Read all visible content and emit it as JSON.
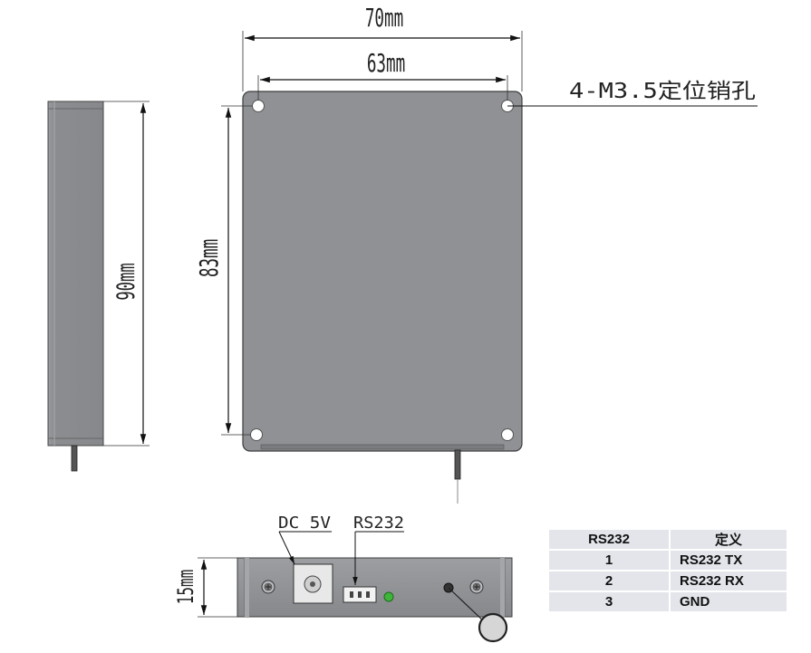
{
  "dimensions": {
    "width_outer": "70mm",
    "width_holes": "63mm",
    "height_holes": "83mm",
    "height_side": "90mm",
    "depth_front": "15mm"
  },
  "labels": {
    "mounting_holes": "4-M3.5定位销孔",
    "dc_port": "DC 5V",
    "serial_port": "RS232"
  },
  "pin_table": {
    "headers": [
      "RS232",
      "定义"
    ],
    "rows": [
      {
        "pin": "1",
        "definition": "RS232 TX"
      },
      {
        "pin": "2",
        "definition": "RS232 RX"
      },
      {
        "pin": "3",
        "definition": "GND"
      }
    ]
  },
  "colors": {
    "body": "#8f9194",
    "led": "#3fb53a"
  }
}
